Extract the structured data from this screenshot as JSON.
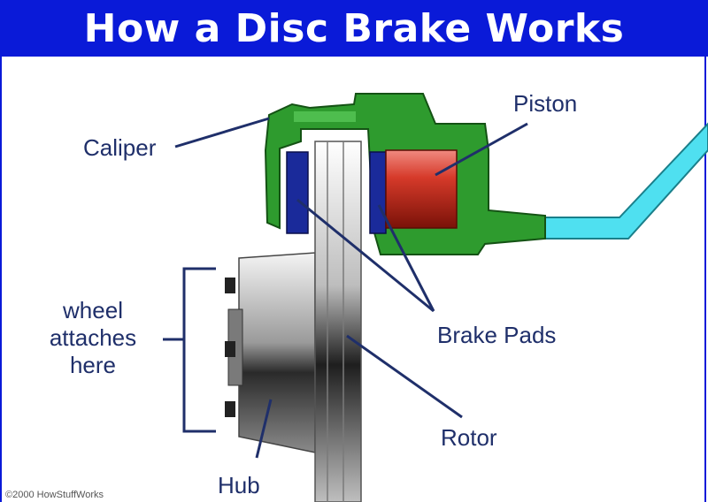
{
  "title": "How a Disc Brake Works",
  "labels": {
    "caliper": "Caliper",
    "piston": "Piston",
    "wheel_line1": "wheel",
    "wheel_line2": "attaches",
    "wheel_line3": "here",
    "brake_pads": "Brake Pads",
    "rotor": "Rotor",
    "hub": "Hub"
  },
  "credit": "©2000 HowStuffWorks",
  "colors": {
    "banner": "#0a1ad8",
    "caliper": "#2e9b2e",
    "piston": "#d63a2a",
    "brake_pads": "#1a2a9a",
    "brake_line": "#4fe0f0",
    "leader_lines": "#1f2f6a"
  }
}
